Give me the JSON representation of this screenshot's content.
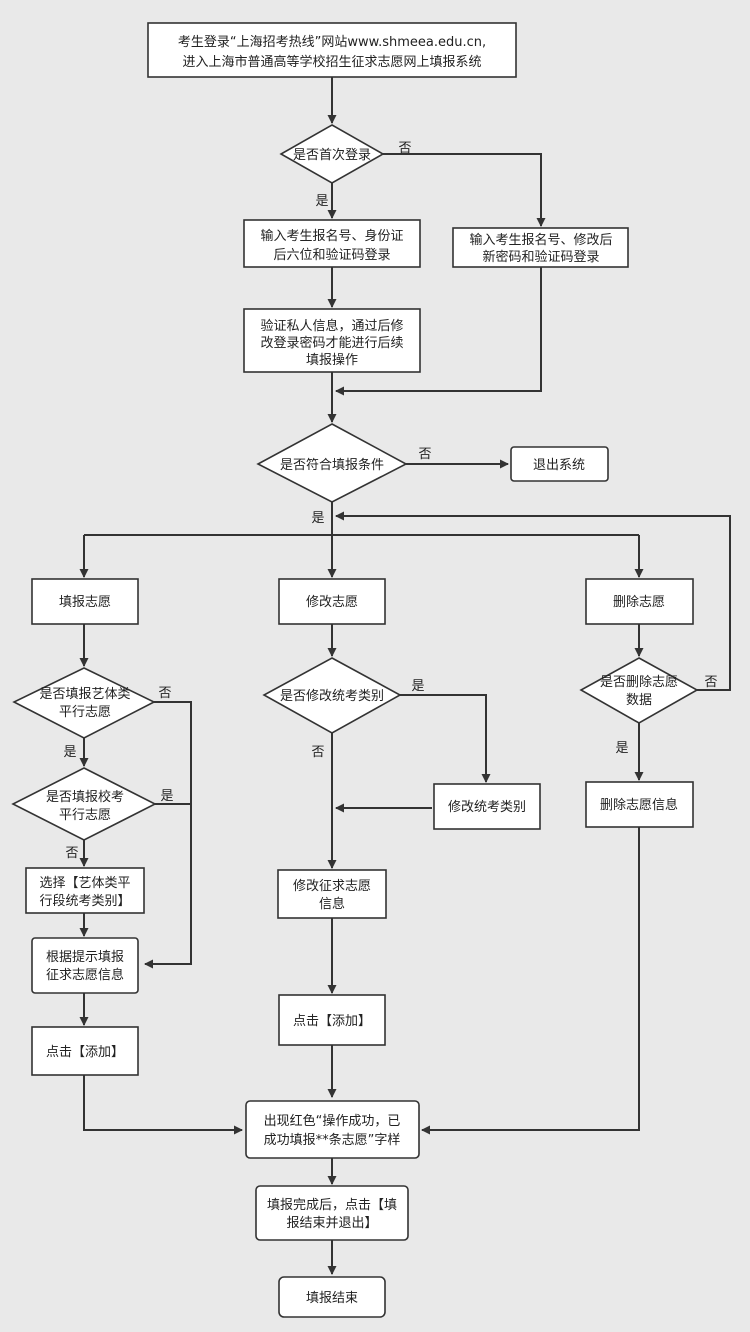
{
  "flowchart": {
    "start": [
      "考生登录“上海招考热线”网站www.shmeea.edu.cn,",
      "进入上海市普通高等学校招生征求志愿网上填报系统"
    ],
    "first_login_q": "是否首次登录",
    "label_no": "否",
    "label_yes": "是",
    "first_login_box": [
      "输入考生报名号、身份证",
      "后六位和验证码登录"
    ],
    "other_login_box": [
      "输入考生报名号、修改后",
      "新密码和验证码登录"
    ],
    "verify_box": [
      "验证私人信息，通过后修",
      "改登录密码才能进行后续",
      "填报操作"
    ],
    "eligible_q": "是否符合填报条件",
    "exit_box": "退出系统",
    "fill_box": "填报志愿",
    "modify_box": "修改志愿",
    "delete_box": "删除志愿",
    "art_q": [
      "是否填报艺体类",
      "平行志愿"
    ],
    "school_q": [
      "是否填报校考",
      "平行志愿"
    ],
    "select_box": [
      "选择【艺体类平",
      "行段统考类别】"
    ],
    "prompt_box": [
      "根据提示填报",
      "征求志愿信息"
    ],
    "click_add_left": "点击【添加】",
    "modify_cat_q": "是否修改统考类别",
    "modify_cat_box": "修改统考类别",
    "modify_info_box": [
      "修改征求志愿",
      "信息"
    ],
    "click_add_mid": "点击【添加】",
    "delete_q": [
      "是否删除志愿",
      "数据"
    ],
    "delete_info_box": "删除志愿信息",
    "success_box": [
      "出现红色“操作成功，已",
      "成功填报**条志愿”字样"
    ],
    "finish_box": [
      "填报完成后，点击【填",
      "报结束并退出】"
    ],
    "end_box": "填报结束"
  }
}
